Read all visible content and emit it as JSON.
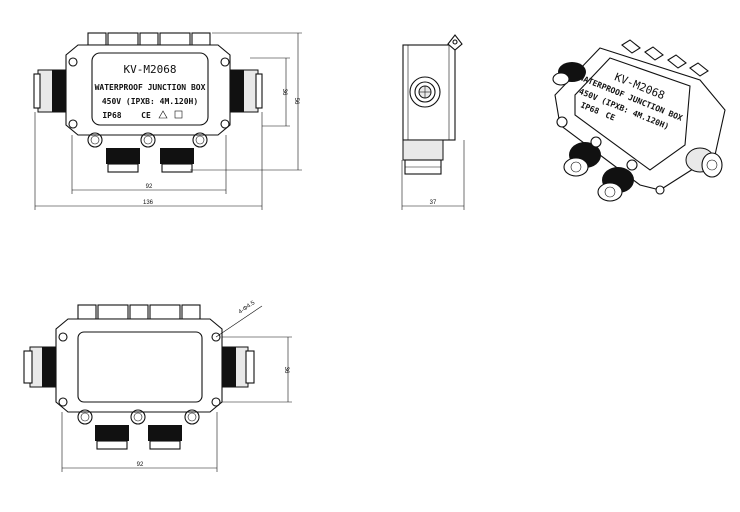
{
  "front_view": {
    "model": "KV-M2068",
    "title": "WATERPROOF  JUNCTION BOX",
    "rating": "450V  (IPXB: 4M.120H)",
    "ip": "IP68",
    "ce": "CE",
    "dim_width_inner": "92",
    "dim_width_total": "136",
    "dim_height_inner": "36",
    "dim_height_total": "56"
  },
  "side_view": {
    "dim_depth": "37"
  },
  "iso_view": {
    "model": "KV-M2068",
    "title": "WATERPROOF  JUNCTION BOX",
    "rating": "450V  (IPXB: 4M.120H)",
    "ip": "IP68",
    "ce": "CE"
  },
  "back_view": {
    "hole_label": "4-Φ4.5",
    "dim_width_inner": "92",
    "dim_height_inner": "36"
  }
}
